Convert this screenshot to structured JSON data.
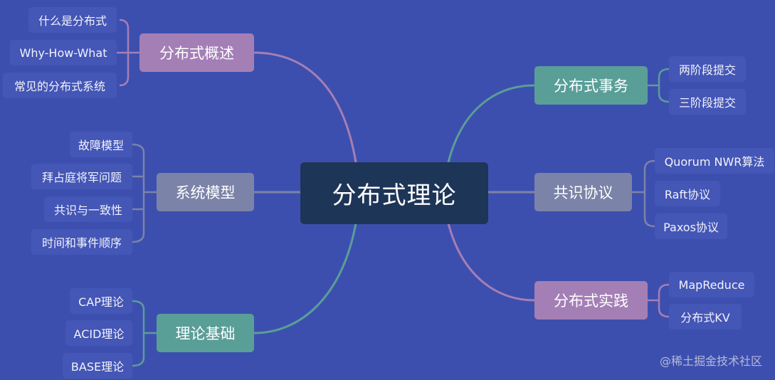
{
  "center": "分布式理论",
  "branches": {
    "overview": {
      "label": "分布式概述",
      "children": [
        "什么是分布式",
        "Why-How-What",
        "常见的分布式系统"
      ]
    },
    "model": {
      "label": "系统模型",
      "children": [
        "故障模型",
        "拜占庭将军问题",
        "共识与一致性",
        "时间和事件顺序"
      ]
    },
    "basics": {
      "label": "理论基础",
      "children": [
        "CAP理论",
        "ACID理论",
        "BASE理论"
      ]
    },
    "transaction": {
      "label": "分布式事务",
      "children": [
        "两阶段提交",
        "三阶段提交"
      ]
    },
    "consensus": {
      "label": "共识协议",
      "children": [
        "Quorum NWR算法",
        "Raft协议",
        "Paxos协议"
      ]
    },
    "practice": {
      "label": "分布式实践",
      "children": [
        "MapReduce",
        "分布式KV"
      ]
    }
  },
  "colors": {
    "background": "#3d4fae",
    "center": "#1d3557",
    "pink": "#a47fb6",
    "teal": "#5a9e98",
    "grey": "#7c83a8"
  },
  "watermark": "@稀土掘金技术社区"
}
